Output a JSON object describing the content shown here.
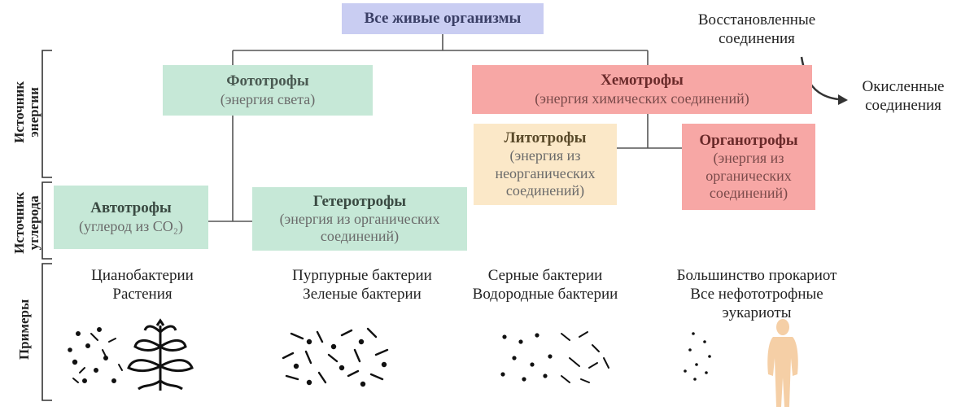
{
  "root": {
    "label": "Все живые организмы"
  },
  "side_labels": {
    "energy": "Источник\nэнергии",
    "carbon": "Источник\nуглерода",
    "examples": "Примеры"
  },
  "phototrophs": {
    "title": "Фототрофы",
    "subtitle": "(энергия света)"
  },
  "chemotrophs": {
    "title": "Хемотрофы",
    "subtitle": "(энергия химических соединений)"
  },
  "lithotrophs": {
    "title": "Литотрофы",
    "subtitle": "(энергия из\nнеорганических\nсоединений)"
  },
  "organotrophs": {
    "title": "Органотрофы",
    "subtitle": "(энергия из\nорганических\nсоединений)"
  },
  "autotrophs": {
    "title": "Автотрофы",
    "subtitle": "(углерод из CO₂)"
  },
  "heterotrophs": {
    "title": "Гетеротрофы",
    "subtitle": "(энергия из органических\nсоединений)"
  },
  "reduced": "Восстановленные\nсоединения",
  "oxidized": "Окисленные\nсоединения",
  "examples": [
    "Цианобактерии\nРастения",
    "Пурпурные бактерии\nЗеленые бактерии",
    "Серные бактерии\nВодородные бактерии",
    "Большинство прокариот\nВсе нефототрофные\nэукариоты"
  ],
  "colors": {
    "root": "#c9cdf2",
    "green": "#c6e8d7",
    "red": "#f7a7a5",
    "yellow": "#fbe8c8",
    "line": "#555555",
    "human": "#f5cfa6"
  },
  "icons": [
    "bacteria-icon",
    "plant-icon",
    "human-silhouette-icon"
  ]
}
